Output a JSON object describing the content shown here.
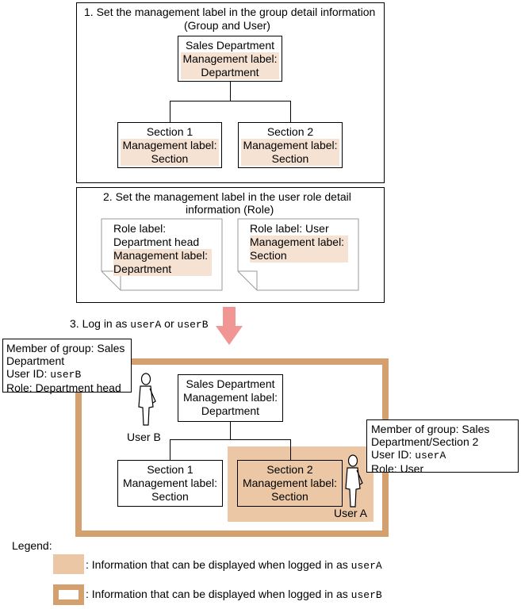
{
  "step1": {
    "title_line1": "1. Set the management label in the group detail information",
    "title_line2": "(Group and User)",
    "sales": {
      "name": "Sales Department",
      "mgmt_label": "Management label:",
      "mgmt_value": "Department"
    },
    "section1": {
      "name": "Section 1",
      "mgmt_label": "Management label:",
      "mgmt_value": "Section"
    },
    "section2": {
      "name": "Section 2",
      "mgmt_label": "Management label:",
      "mgmt_value": "Section"
    }
  },
  "step2": {
    "title_line1": "2. Set the management label in the user role detail",
    "title_line2": "information (Role)",
    "doc1": {
      "role_label": "Role label:",
      "role_value": "Department head",
      "mgmt_label": "Management label:",
      "mgmt_value": "Department"
    },
    "doc2": {
      "role_label": "Role label: User",
      "mgmt_label": "Management label:",
      "mgmt_value": "Section"
    }
  },
  "step3": {
    "prefix": "3. Log in as ",
    "user_a": "userA",
    "or": " or ",
    "user_b": "userB"
  },
  "userB_info": {
    "line1": "Member of group: Sales",
    "line2": "Department",
    "userid_label": "User ID: ",
    "userid_value": "userB",
    "role": "Role: Department head",
    "figure_label": "User B"
  },
  "userA_info": {
    "line1": "Member of group: Sales",
    "line2": "Department/Section 2",
    "userid_label": "User ID: ",
    "userid_value": "userA",
    "role": "Role: User",
    "figure_label": "User A"
  },
  "bottom_tree": {
    "sales": {
      "name": "Sales Department",
      "mgmt_label": "Management label:",
      "mgmt_value": "Department"
    },
    "section1": {
      "name": "Section 1",
      "mgmt_label": "Management label:",
      "mgmt_value": "Section"
    },
    "section2": {
      "name": "Section 2",
      "mgmt_label": "Management label:",
      "mgmt_value": "Section"
    }
  },
  "legend": {
    "title": "Legend:",
    "item_a_text": ": Information that can be displayed when logged in as ",
    "item_a_user": "userA",
    "item_b_text": ": Information that can be displayed when logged in as ",
    "item_b_user": "userB"
  },
  "colors": {
    "highlight": "#f6e2d2",
    "userA_area": "#ebc7a6",
    "userB_border": "#d4a06e",
    "arrow": "#f29595"
  }
}
